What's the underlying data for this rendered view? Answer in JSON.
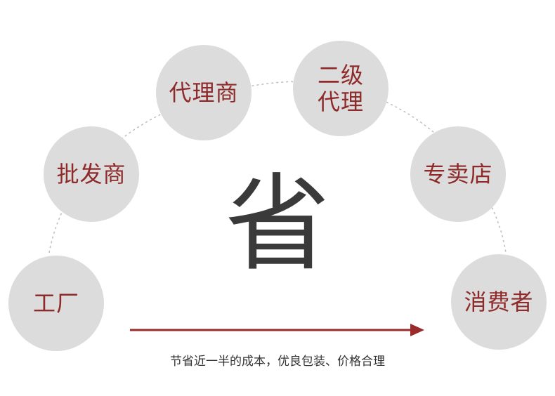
{
  "nodes": [
    {
      "id": "factory",
      "label": "工厂"
    },
    {
      "id": "wholesaler",
      "label": "批发商"
    },
    {
      "id": "agent",
      "label": "代理商"
    },
    {
      "id": "secondary-agent",
      "label": "二级代理"
    },
    {
      "id": "store",
      "label": "专卖店"
    },
    {
      "id": "consumer",
      "label": "消费者"
    }
  ],
  "center": {
    "label": "省"
  },
  "caption": "节省近一半的成本，优良包装、价格合理",
  "colors": {
    "node_fill": "#dcdcdc",
    "node_text": "#8e2a2a",
    "arrow": "#9b2a2a",
    "center_text": "#3a3a3a",
    "dotted_arc": "#bdbdbd"
  }
}
